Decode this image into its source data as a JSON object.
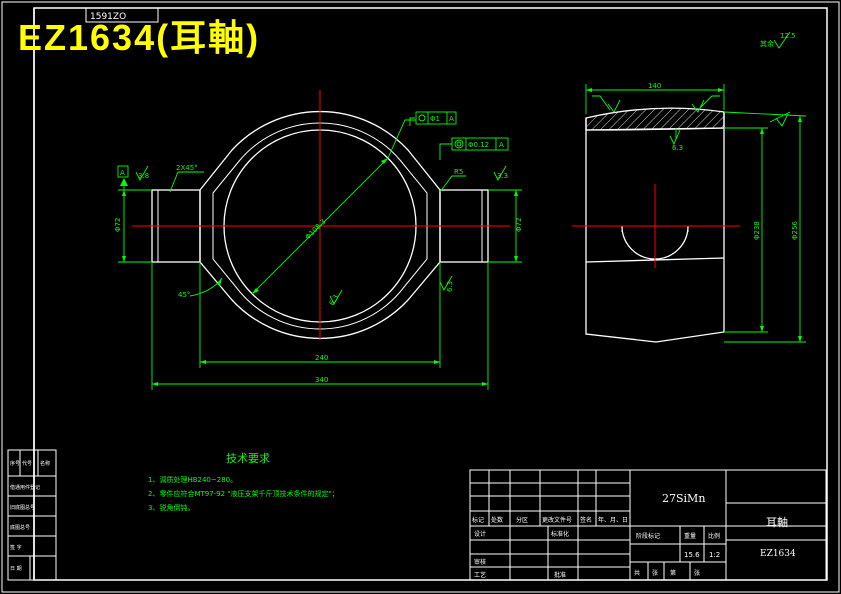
{
  "title": "EZ1634(耳軸)",
  "top_tab": "1591ZO",
  "colors": {
    "background": "#000000",
    "outline": "#ffffff",
    "dimension": "#00ff00",
    "centerline": "#ff0000",
    "title": "#ffff00",
    "hatch": "#ffffff"
  },
  "dimensions": {
    "front_width_outer": "340",
    "front_width_inner": "240",
    "diameter": "Φ108.3",
    "chamfer": "2X45°",
    "left_shaft_dia": "Φ72",
    "right_shaft_dia": "Φ72",
    "angle": "45°",
    "radius": "R5",
    "side_width": "140",
    "side_height_inner": "Φ238",
    "side_height_outer": "Φ256"
  },
  "tolerances": {
    "position": "Φ1",
    "position_datum": "A",
    "concentric": "Φ0.12",
    "concentric_datum": "A",
    "datum_a": "A",
    "datum_left": "A"
  },
  "roughness": {
    "left_shaft": "3.8",
    "right_shaft": "3.3",
    "inner_bore": "6.3",
    "outer_right": "6.3",
    "side_top": "6.3",
    "general": "12.5",
    "general_label": "其余"
  },
  "tech_requirements": {
    "heading": "技术要求",
    "items": [
      "1、调质处理HB240~280。",
      "2、零件应符合MT97-92 \"液压支架千斤顶技术条件的规定\"；",
      "3、锐角倒钝。"
    ]
  },
  "left_strip": {
    "rows": [
      "借通用件登记",
      "旧底图总号",
      "底图总号",
      "签 字",
      "日 期"
    ],
    "header_cells": [
      "序号",
      "代号",
      "名称"
    ]
  },
  "title_block": {
    "material": "27SiMn",
    "part_name": "耳軸",
    "drawing_number": "EZ1634",
    "weight": "15.6",
    "scale": "1:2",
    "stage_label": "阶段标记",
    "weight_label": "重量",
    "scale_label": "比例",
    "sheet_labels": [
      "共",
      "张",
      "第",
      "张"
    ],
    "revision_headers": [
      "标记",
      "处数",
      "分区",
      "更改文件号",
      "签名",
      "年、月、日"
    ],
    "left_labels": [
      "设计",
      "审核",
      "工艺"
    ],
    "mid_labels": [
      "标准化",
      "批准"
    ]
  }
}
